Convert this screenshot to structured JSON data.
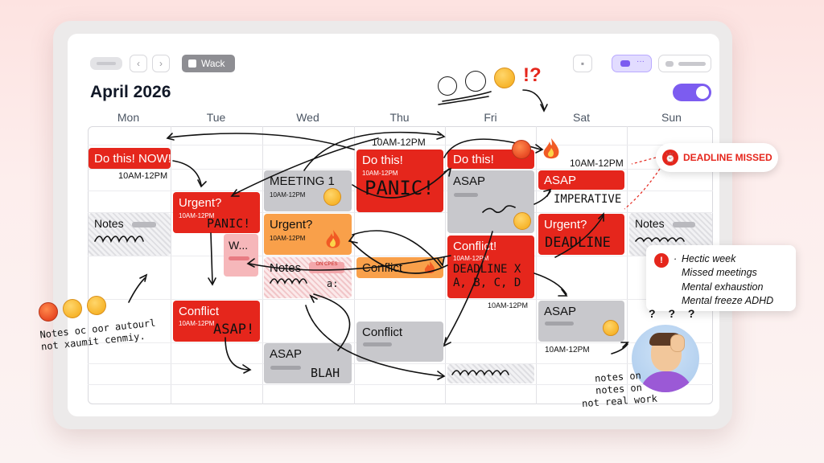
{
  "toolbar": {
    "tag_label": "Wack",
    "view_toggle_label": "···"
  },
  "calendar": {
    "month_title": "April 2026",
    "days": [
      "Mon",
      "Tue",
      "Wed",
      "Thu",
      "Fri",
      "Sat",
      "Sun"
    ]
  },
  "events": {
    "mon_do_this": {
      "title": "Do this! NOW!!!",
      "time": "10AM-12PM"
    },
    "mon_notes": {
      "title": "Notes"
    },
    "tue_urgent": {
      "title": "Urgent?",
      "time": "10AM-12PM",
      "hand": "PANIC!"
    },
    "tue_w": {
      "title": "W..."
    },
    "tue_conflict": {
      "title": "Conflict",
      "time": "10AM-12PM",
      "hand": "ASAP!"
    },
    "wed_meeting": {
      "title": "MEETING 1",
      "time": "10AM-12PM"
    },
    "wed_urgent": {
      "title": "Urgent?",
      "time": "10AM-12PM"
    },
    "wed_notes": {
      "title": "Notes",
      "badge": "ON CPES",
      "hand": "a:"
    },
    "wed_asap": {
      "title": "ASAP",
      "hand": "BLAH"
    },
    "thu_top_time": "10AM-12PM",
    "thu_do_this": {
      "title": "Do this!",
      "time": "10AM-12PM",
      "hand": "PANIC!"
    },
    "thu_conflict_orange": {
      "title": "Conflict"
    },
    "thu_conflict_gray": {
      "title": "Conflict"
    },
    "fri_do_this": {
      "title": "Do this!"
    },
    "fri_asap": {
      "title": "ASAP"
    },
    "fri_conflict": {
      "title": "Conflict!",
      "time": "10AM-12PM",
      "hand": "DEADLINE X\nA, B, C, D",
      "time_below": "10AM-12PM"
    },
    "sat_top_time": "10AM-12PM",
    "sat_asap": {
      "title": "ASAP",
      "hand": "IMPERATIVE"
    },
    "sat_urgent": {
      "title": "Urgent?",
      "hand": "DEADLINE"
    },
    "sat_asap2": {
      "title": "ASAP",
      "time_below": "10AM-12PM"
    },
    "sun_notes": {
      "title": "Notes"
    }
  },
  "overlays": {
    "deadline_missed": "DEADLINE MISSED",
    "card_lines": [
      "Hectic week",
      "Missed meetings",
      "Mental exhaustion",
      "Mental freeze ADHD"
    ],
    "left_note": [
      "Notes oc oor autourl",
      "not xaumit cenmiy."
    ],
    "right_note": [
      "notes on",
      "notes on",
      "not real work"
    ],
    "interrobang": "!?"
  },
  "colors": {
    "red": "#e5261c",
    "gray": "#c8c8cc",
    "orange": "#f9a04a",
    "accent": "#7c5cf0"
  }
}
